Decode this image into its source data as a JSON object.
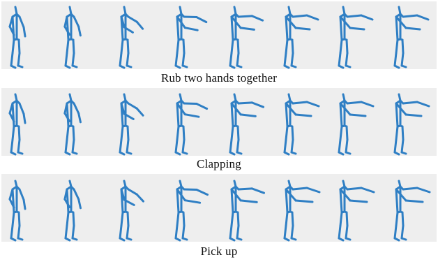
{
  "figure": {
    "skeleton_color": "#2f7fc4",
    "background_color": "#eeeeee",
    "frames_per_row": 8,
    "rows": [
      {
        "caption": "Rub two hands together"
      },
      {
        "caption": "Clapping"
      },
      {
        "caption": "Pick up"
      }
    ]
  }
}
